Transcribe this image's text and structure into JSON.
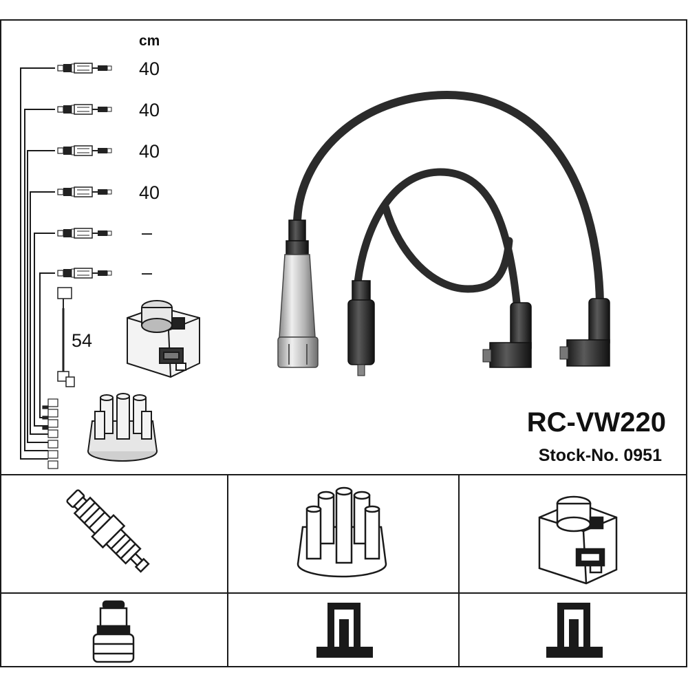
{
  "unit": "cm",
  "lengths": [
    "40",
    "40",
    "40",
    "40",
    "–",
    "–"
  ],
  "coil_lead_length": "54",
  "part_number": "RC-VW220",
  "stock_number": "Stock-No. 0951",
  "colors": {
    "line": "#1a1a1a",
    "cable": "#2b2b2b",
    "metal": "#c8c8c8",
    "background": "#ffffff"
  },
  "icons": [
    "spark-plug-icon",
    "distributor-cap-icon",
    "ignition-coil-icon",
    "plug-terminal-icon",
    "cap-terminal-icon",
    "coil-terminal-icon"
  ]
}
